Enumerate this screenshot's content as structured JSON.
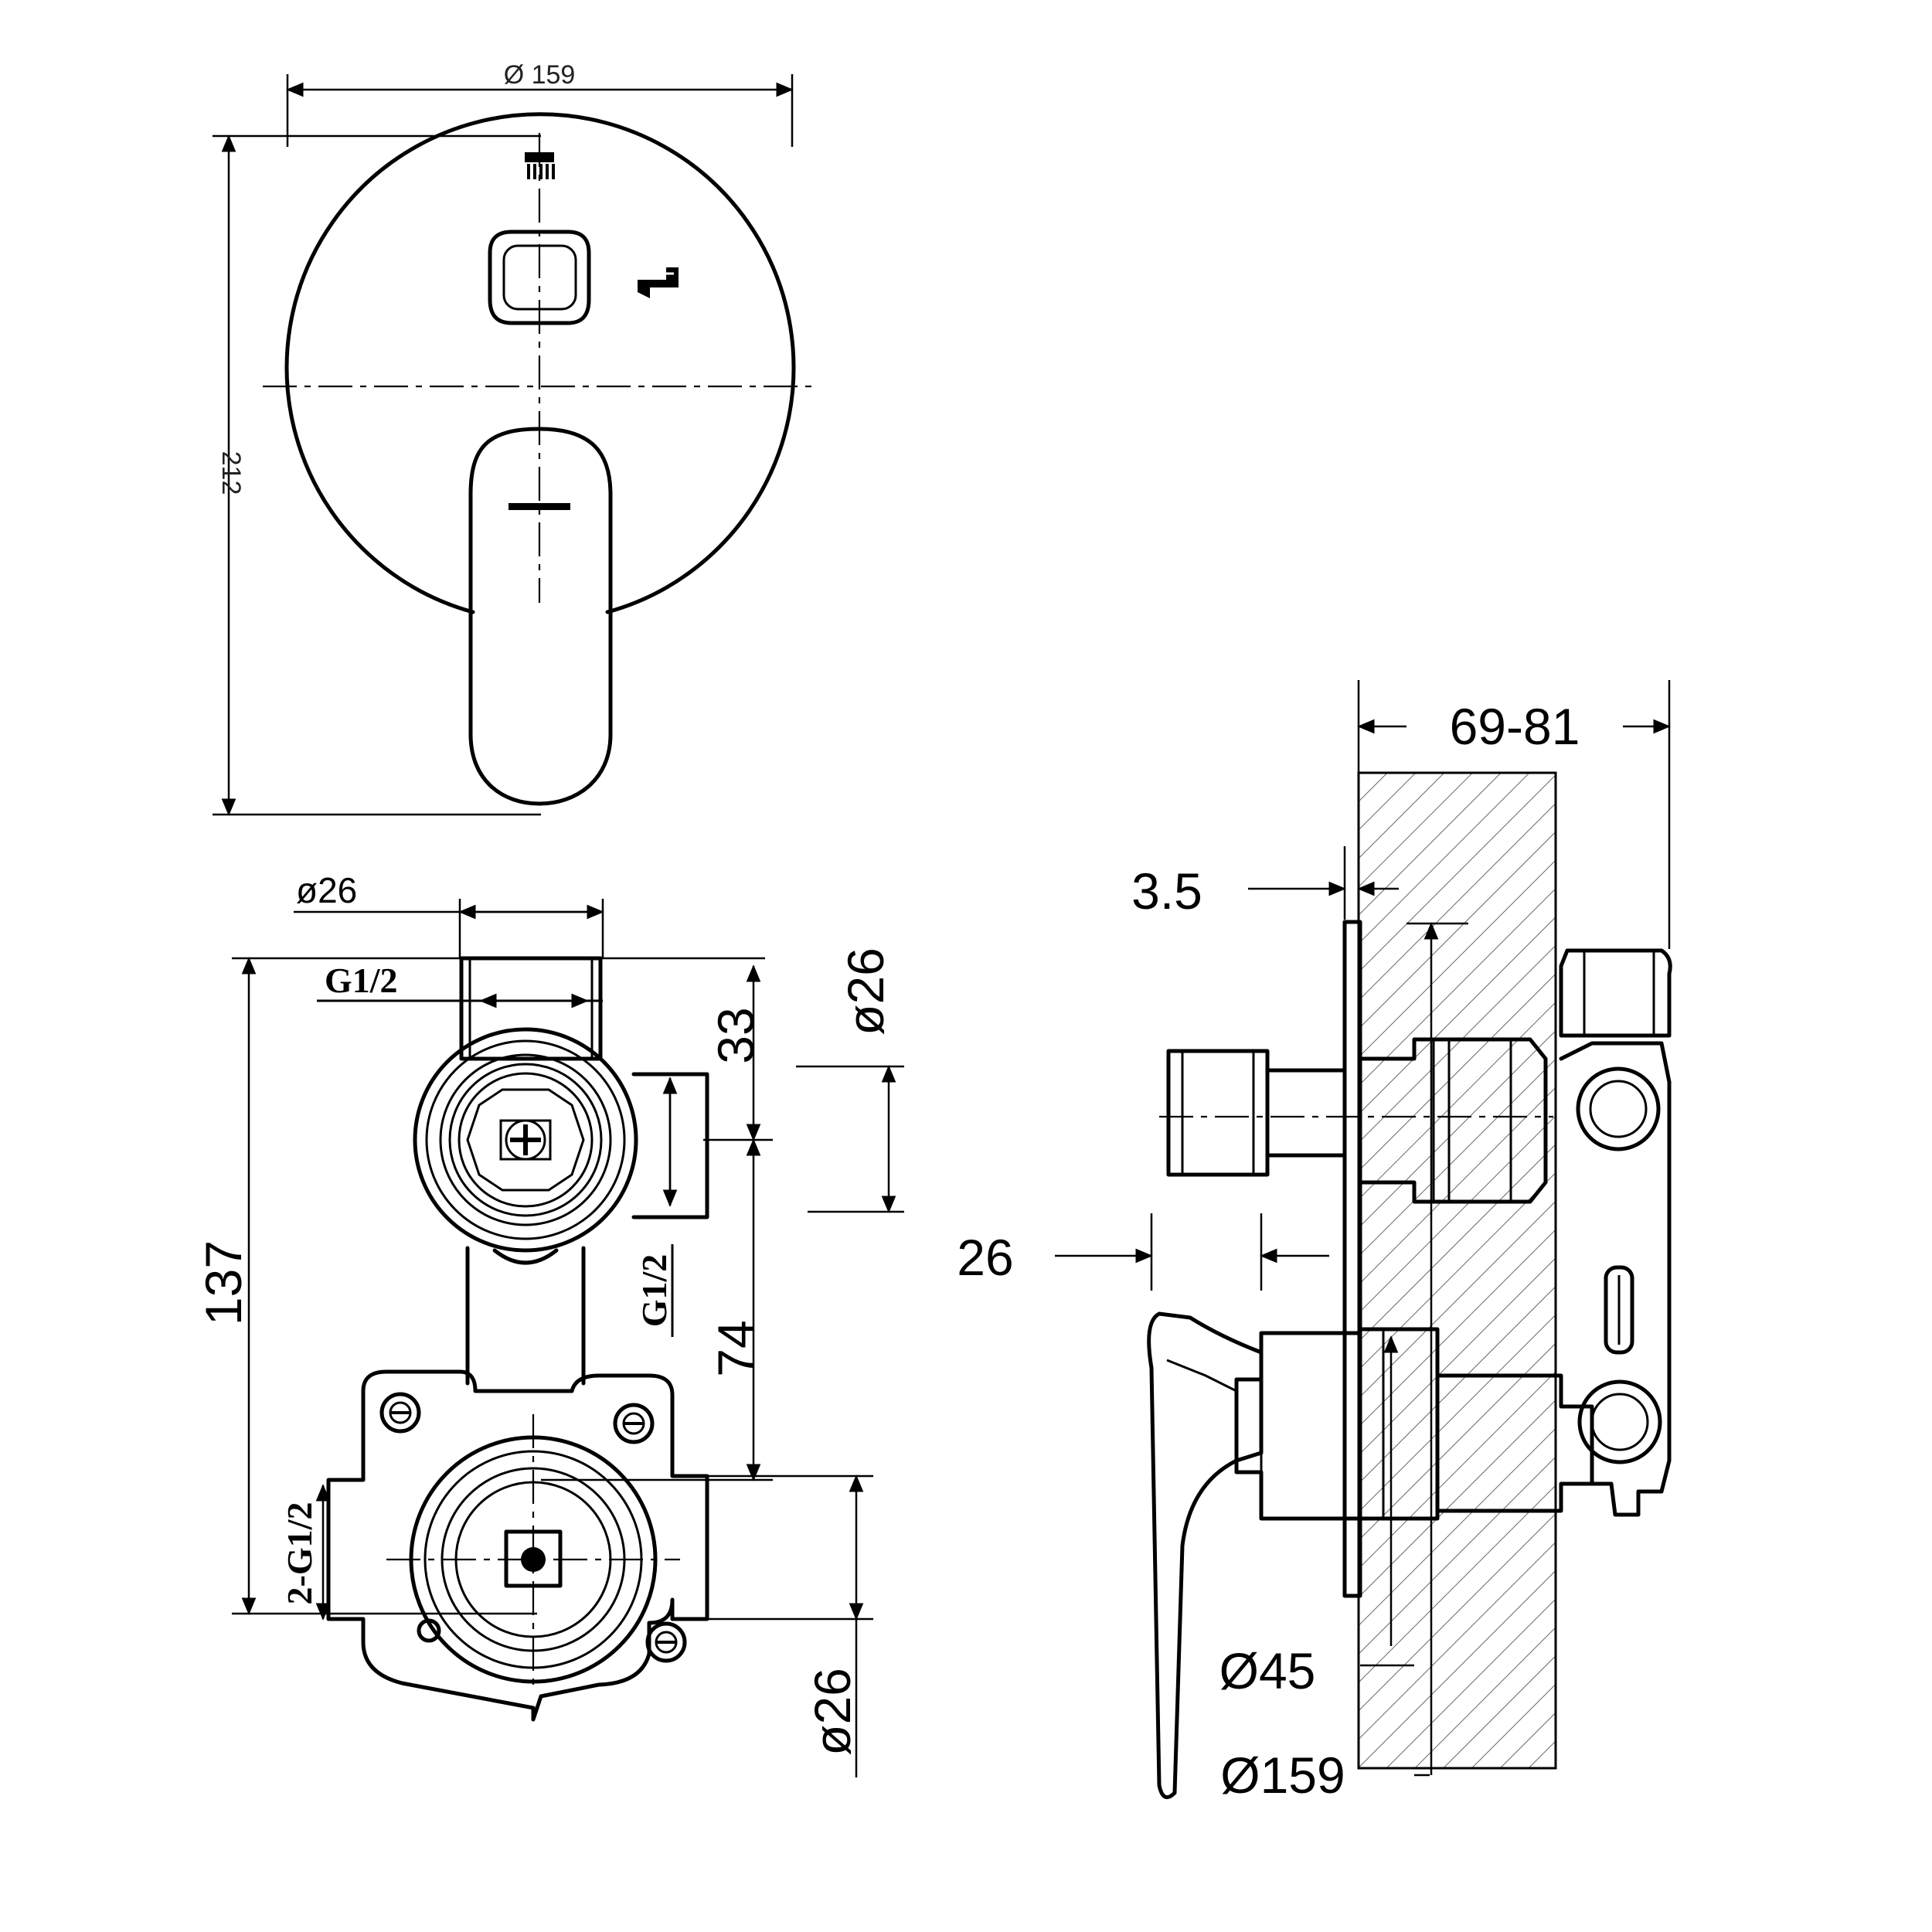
{
  "front_view": {
    "width_label": "Ø 159",
    "height_label": "212"
  },
  "valve_body_view": {
    "inlet_diameter_label": "ø26",
    "thread_label": "G1/2",
    "outlet_diameter_label": "ø26",
    "offset_label": "33",
    "side_thread_label": "G1/2",
    "center_distance_label": "74",
    "overall_height_label": "137",
    "inlets_thread_label": "2-G1/2",
    "bottom_diameter_label": "ø26"
  },
  "side_view": {
    "depth_range_label": "69-81",
    "plate_thickness_label": "3.5",
    "lever_offset_label": "26",
    "cartridge_diameter_label": "Ø45",
    "plate_diameter_label": "Ø159"
  }
}
